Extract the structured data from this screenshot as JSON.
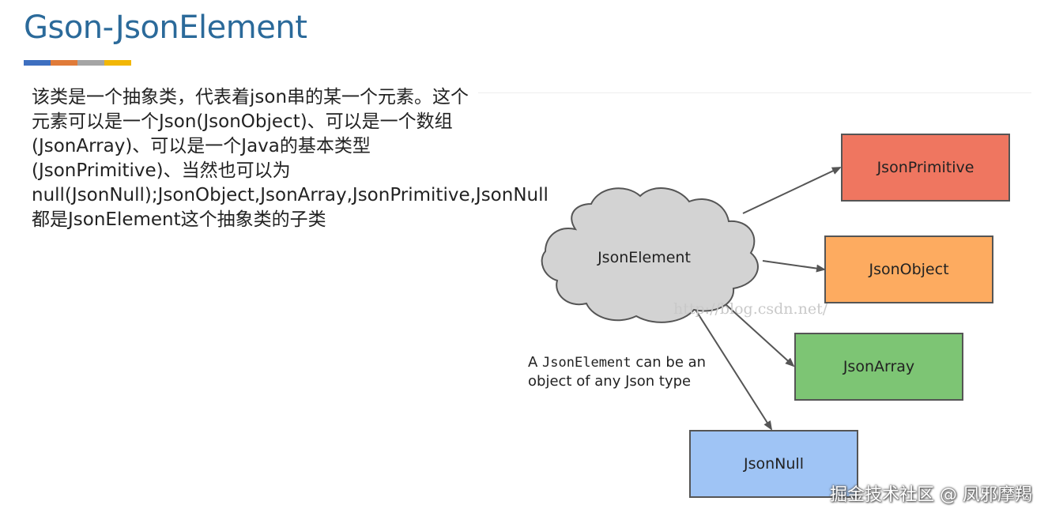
{
  "slide": {
    "title": "Gson-JsonElement",
    "accent_colors": [
      "#3e6fc0",
      "#e07b39",
      "#a5a5a5",
      "#f2b705"
    ],
    "description": "该类是一个抽象类，代表着json串的某一个元素。这个元素可以是一个Json(JsonObject)、可以是一个数组(JsonArray)、可以是一个Java的基本类型(JsonPrimitive)、当然也可以为null(JsonNull);JsonObject,JsonArray,JsonPrimitive,JsonNull都是JsonElement这个抽象类的子类"
  },
  "diagram": {
    "center": {
      "label": "JsonElement",
      "fill": "#d3d3d3"
    },
    "nodes": [
      {
        "id": "primitive",
        "label": "JsonPrimitive",
        "fill": "#ef7660"
      },
      {
        "id": "object",
        "label": "JsonObject",
        "fill": "#fdab60"
      },
      {
        "id": "array",
        "label": "JsonArray",
        "fill": "#7dc574"
      },
      {
        "id": "null",
        "label": "JsonNull",
        "fill": "#9fc4f5"
      }
    ],
    "caption": {
      "prefix": "A ",
      "code": "JsonElement",
      "suffix": " can be an object of any Json type"
    },
    "url_watermark": "http://blog.csdn.net/"
  },
  "credit": "掘金技术社区 @ 凤邪摩羯"
}
